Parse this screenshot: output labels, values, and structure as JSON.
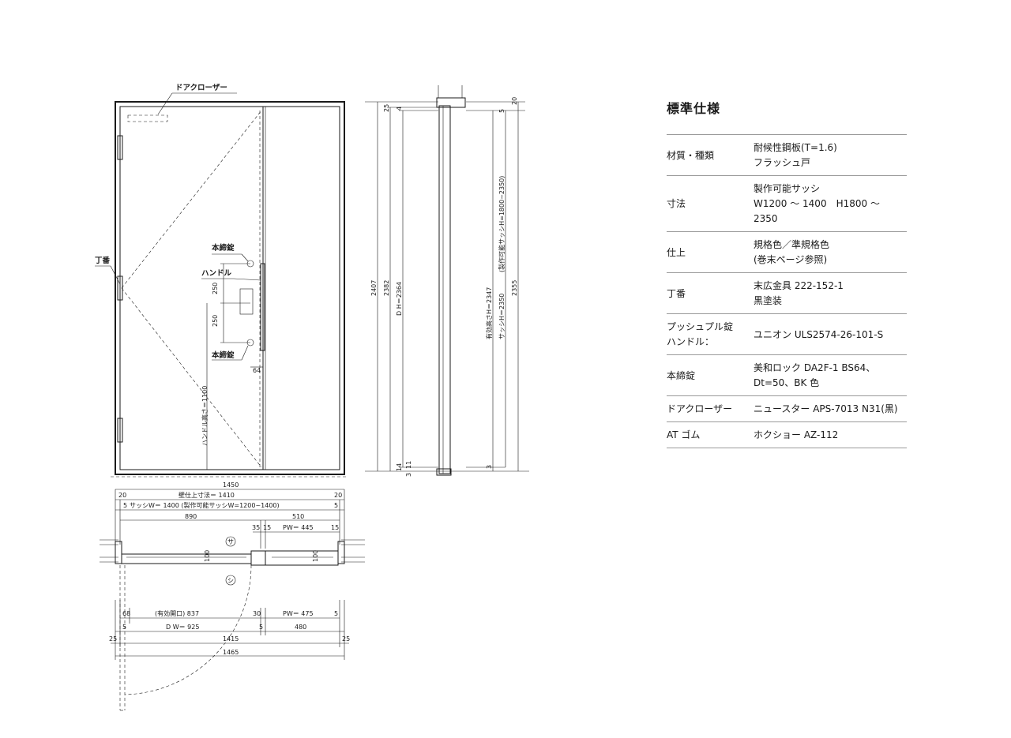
{
  "drawing": {
    "labels": {
      "door_closer": "ドアクローザー",
      "hinge": "丁番",
      "deadbolt_top": "本締錠",
      "handle": "ハンドル",
      "deadbolt_bottom": "本締錠",
      "handle_height": "ハンドル高さ＝1100"
    },
    "elevation_dims": {
      "d250a": "250",
      "d250b": "250",
      "d64": "64"
    },
    "section_dims": {
      "h2407": "2407",
      "h2382": "2382",
      "dh": "D H＝2364",
      "t25": "25",
      "t4": "4",
      "b14": "14",
      "b3": "3",
      "b11": "11",
      "r20": "20",
      "r5": "5",
      "r3": "3",
      "eff": "有効高さH＝2347",
      "sash": "サッシH＝2350",
      "sash_range": "(製作可能サッシH=1800~2350)",
      "h2355": "2355"
    },
    "plan_dims": {
      "w1450": "1450",
      "wall_finish": "壁仕上寸法＝ 1410",
      "w20l": "20",
      "w20r": "20",
      "sash_w": "サッシW＝ 1400 (製作可能サッシW=1200~1400)",
      "w5l": "5",
      "w5r": "5",
      "w890": "890",
      "w510": "510",
      "w35": "35",
      "w15a": "15",
      "pw445": "PW＝ 445",
      "w15b": "15",
      "t100a": "100",
      "t100b": "100",
      "sa": "サ",
      "shi": "シ",
      "w68": "68",
      "eff_open": "(有効開口) 837",
      "w30": "30",
      "pw475": "PW＝ 475",
      "w5c": "5",
      "w5d": "5",
      "dw925": "D W＝ 925",
      "w5e": "5",
      "w480": "480",
      "w25l": "25",
      "w1415": "1415",
      "w25r": "25",
      "w1465": "1465"
    }
  },
  "spec": {
    "title": "標準仕様",
    "rows": [
      {
        "key": "材質・種類",
        "value": "耐候性鋼板(T=1.6)\nフラッシュ戸"
      },
      {
        "key": "寸法",
        "value": "製作可能サッシ\nW1200 ～ 1400　H1800 ～ 2350"
      },
      {
        "key": "仕上",
        "value": "規格色／準規格色\n(巻末ページ参照)"
      },
      {
        "key": "丁番",
        "value": "末広金具 222-152-1\n黒塗装"
      },
      {
        "key": "プッシュプル錠\nハンドル：",
        "value": "ユニオン ULS2574-26-101-S"
      },
      {
        "key": "本締錠",
        "value": "美和ロック DA2F-1 BS64、\nDt=50、BK 色"
      },
      {
        "key": "ドアクローザー",
        "value": "ニュースター APS-7013 N31(黒)"
      },
      {
        "key": "AT ゴム",
        "value": "ホクショー AZ-112"
      }
    ]
  }
}
